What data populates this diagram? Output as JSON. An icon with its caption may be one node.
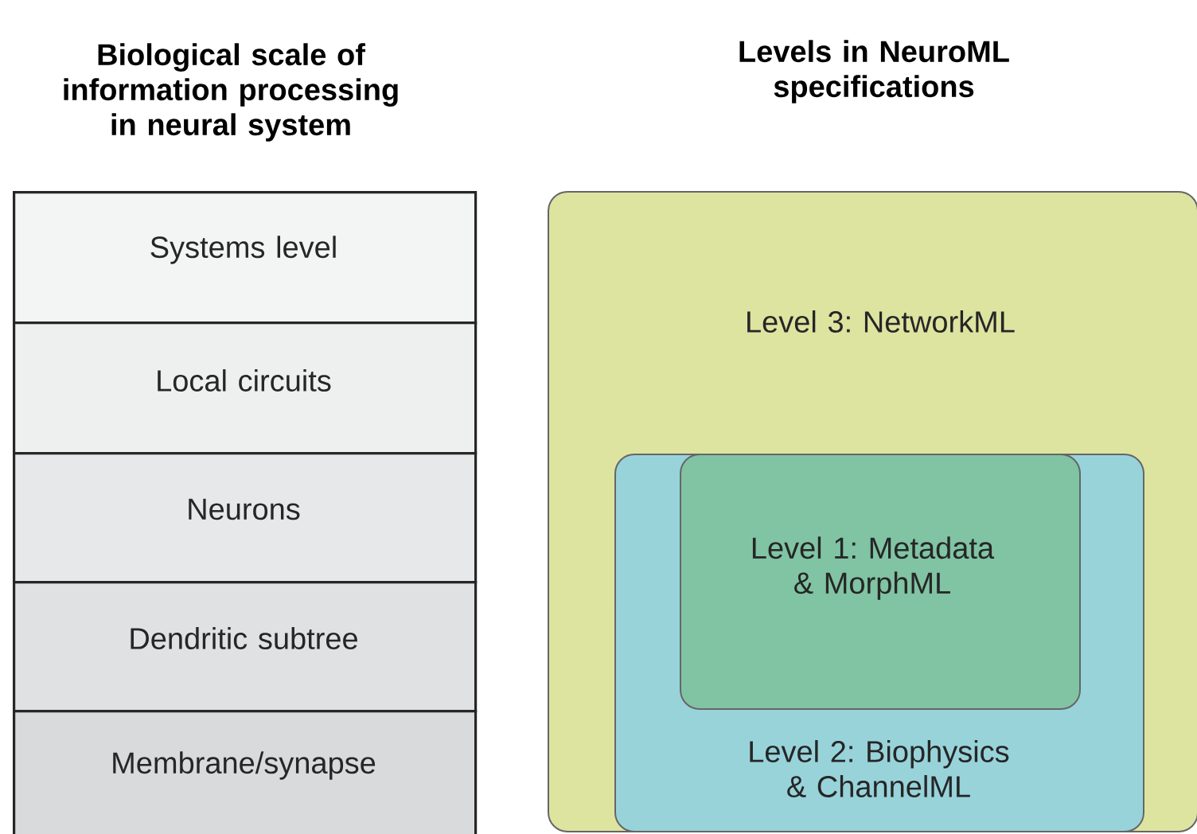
{
  "diagram": {
    "nodes": [
      {
        "text": [
          "Systems level"
        ]
      },
      {
        "text": [
          "Local circuits"
        ]
      },
      {
        "text": [
          "Neurons"
        ]
      },
      {
        "text": [
          "Dendritic subtree"
        ]
      },
      {
        "text": [
          "Membrane/synapse"
        ]
      },
      {
        "text": [
          "Level 3: NetworkML"
        ]
      },
      {
        "text": [
          "Level 2: Biophysics & ChannelML"
        ],
        "in": 5
      },
      {
        "text": [
          "Level 1: Metadata & MorphML"
        ],
        "in": 6
      }
    ],
    "labels": [
      "Biological scale of information processing in neural system",
      "Levels in NeuroML specifications"
    ]
  }
}
